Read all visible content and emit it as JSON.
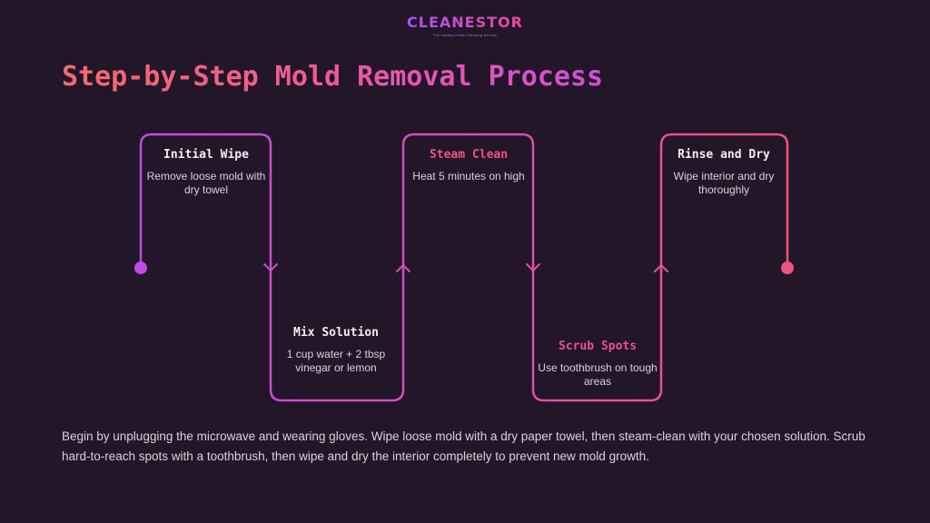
{
  "header": {
    "logo_text": "CLEANESTOR",
    "logo_tagline": "The leading Dubai Cleaning Service"
  },
  "title": "Step-by-Step Mold Removal Process",
  "colors": {
    "background": "#221628",
    "purple": "#c04be6",
    "pink": "#f0527f"
  },
  "steps": [
    {
      "title": "Initial Wipe",
      "description": "Remove loose mold with dry towel"
    },
    {
      "title": "Mix Solution",
      "description": "1 cup water + 2 tbsp vinegar or lemon"
    },
    {
      "title": "Steam Clean",
      "description": "Heat 5 minutes on high"
    },
    {
      "title": "Scrub Spots",
      "description": "Use toothbrush on tough areas"
    },
    {
      "title": "Rinse and Dry",
      "description": "Wipe interior and dry thoroughly"
    }
  ],
  "footer_text": "Begin by unplugging the microwave and wearing gloves. Wipe loose mold with a dry paper towel, then steam-clean with your chosen solution. Scrub hard-to-reach spots with a toothbrush, then wipe and dry the interior completely to prevent new mold growth."
}
